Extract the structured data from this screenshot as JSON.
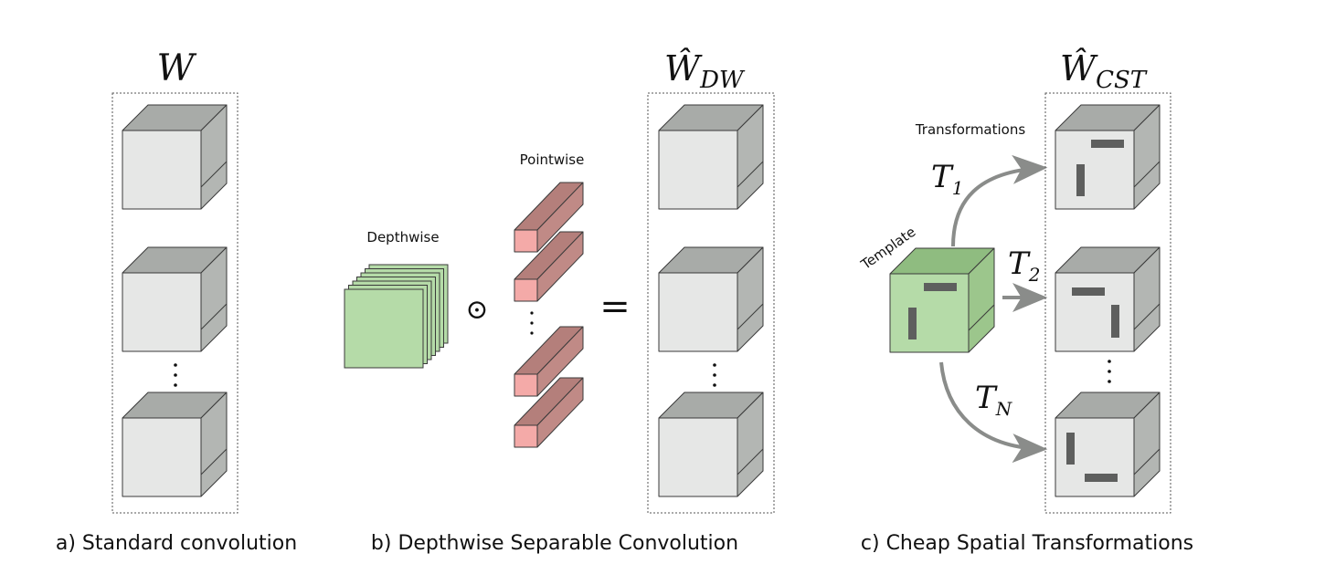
{
  "panels": {
    "a": {
      "caption": "a) Standard convolution",
      "symbol": "W"
    },
    "b": {
      "caption": "b) Depthwise Separable Convolution",
      "depthwise_label": "Depthwise",
      "pointwise_label": "Pointwise",
      "operator": "⊙",
      "equals": "=",
      "result_symbol": "Ŵ",
      "result_subscript": "DW"
    },
    "c": {
      "caption": "c) Cheap Spatial Transformations",
      "template_label": "Template",
      "transformations_label": "Transformations",
      "result_symbol": "Ŵ",
      "result_subscript": "CST",
      "transforms": [
        {
          "symbol": "T",
          "subscript": "1"
        },
        {
          "symbol": "T",
          "subscript": "2"
        },
        {
          "symbol": "T",
          "subscript": "N"
        }
      ]
    }
  },
  "colors": {
    "cube_front": "#e6e7e6",
    "cube_side": "#b3b6b3",
    "cube_top": "#a8aba8",
    "template_front": "#b5dba8",
    "template_side": "#9cc68c",
    "template_top": "#8fbc80",
    "pointwise_front": "#f4aaa8",
    "pointwise_side": "#c08a86",
    "pointwise_top": "#b47f7b",
    "kernel_bar": "#5e5f5e",
    "arrow": "#8a8c8a"
  }
}
